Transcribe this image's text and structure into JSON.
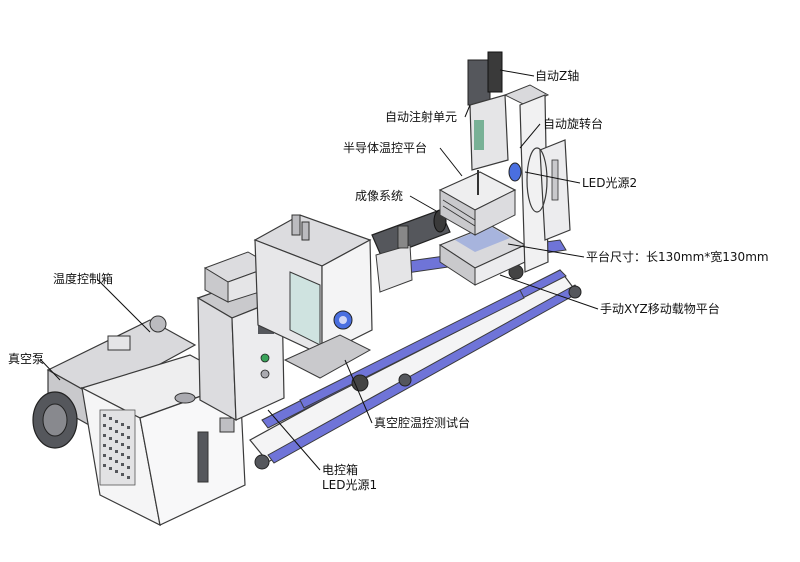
{
  "colors": {
    "outline": "#3a3a3a",
    "frame_rail": "#6f74d8",
    "panel_light": "#eeeeef",
    "panel_mid": "#c9c9cc",
    "panel_dark": "#55575c",
    "glass": "#cfe3e0",
    "accent_blue": "#4a6fe0"
  },
  "labels": {
    "z_axis": "自动Z轴",
    "injection_unit": "自动注射单元",
    "rotation_stage": "自动旋转台",
    "semiconductor_stage": "半导体温控平台",
    "led2": "LED光源2",
    "imaging_system": "成像系统",
    "platform_size": "平台尺寸：长130mm*宽130mm",
    "temp_control_box": "温度控制箱",
    "xyz_stage": "手动XYZ移动载物平台",
    "vacuum_pump": "真空泵",
    "vacuum_test_stage": "真空腔温控测试台",
    "electric_box": "电控箱",
    "led1": "LED光源1"
  }
}
